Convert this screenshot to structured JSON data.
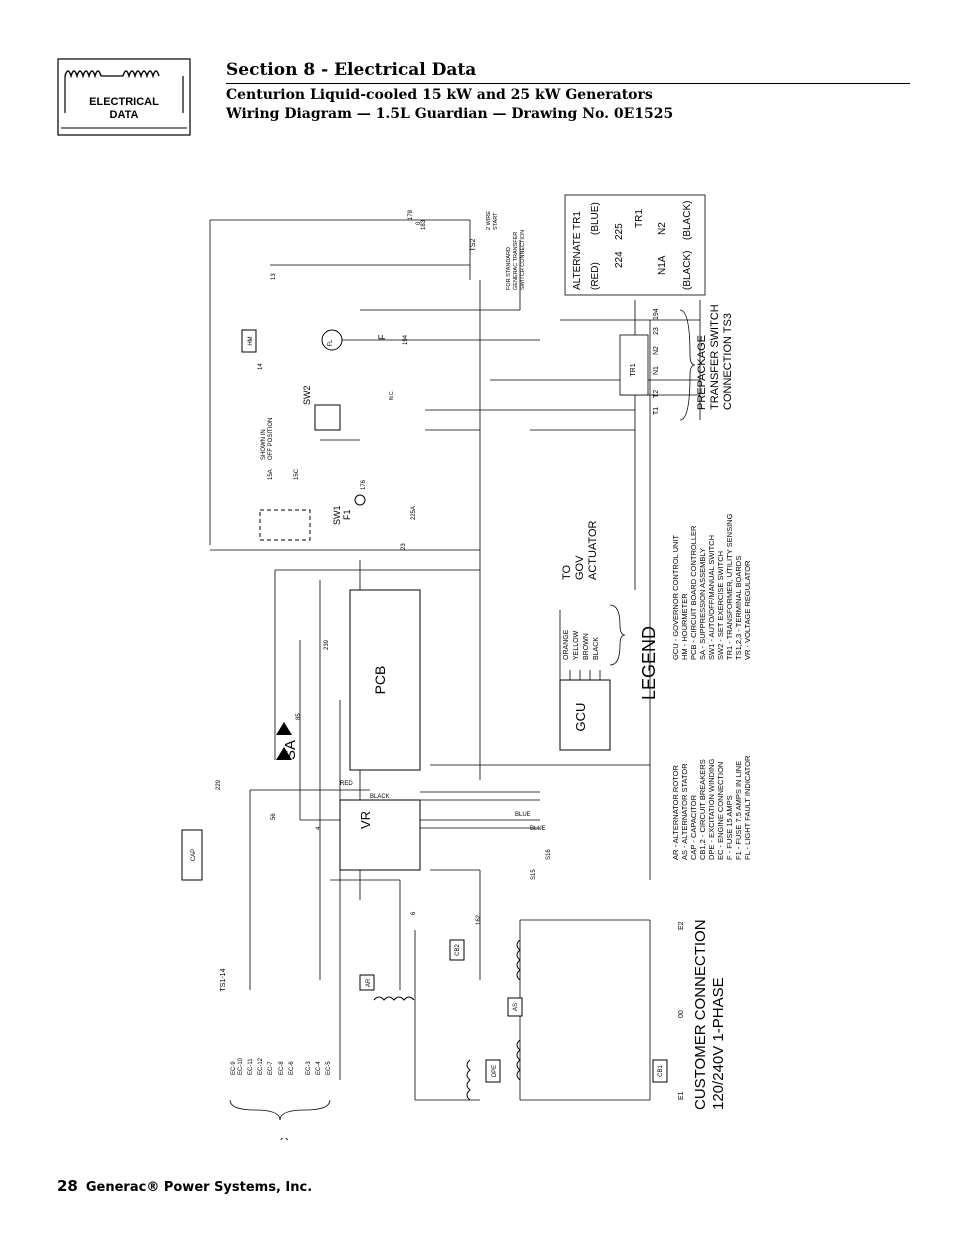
{
  "header": {
    "logo_text": "ELECTRICAL DATA",
    "section_title": "Section 8 - Electrical Data",
    "subtitle_line1": "Centurion Liquid-cooled 15 kW and 25 kW Generators",
    "subtitle_line2": "Wiring Diagram — 1.5L Guardian — Drawing No. 0E1525"
  },
  "footer": {
    "page_number": "28",
    "company": "Generac® Power Systems, Inc."
  },
  "diagram": {
    "customer_connection": [
      "CUSTOMER CONNECTION",
      "120/240V 1-PHASE"
    ],
    "legend_title": "LEGEND",
    "legend_col1": [
      "AR   - ALTERNATOR ROTOR",
      "AS   - ALTERNATOR STATOR",
      "CAP  - CAPACITOR",
      "CB1,2 - CIRCUIT BREAKERS",
      "DPE  - EXCITATION WINDING",
      "EC   - ENGINE CONNECTION",
      "F    - FUSE 15 AMPS",
      "F1   - FUSE 7.5 AMPS IN LINE",
      "FL   - LIGHT FAULT INDICATOR"
    ],
    "legend_col2": [
      "GCU  - GOVERNOR CONTROL UNIT",
      "HM   - HOURMETER",
      "PCB  - CIRCUIT BOARD CONTROLLER",
      "SA   - SUPPRESSION ASSEMBLY",
      "SW1  - AUTO/OFF/MANUAL SWITCH",
      "SW2  - SET EXERCISE SWITCH",
      "TR1  - TRANSFORMER, UTILITY SENSING",
      "TS1,2,3 - TERMINAL BOARDS",
      "VR   - VOLTAGE REGULATOR"
    ],
    "to_gov": [
      "TO",
      "GOV",
      "ACTUATOR"
    ],
    "gov_wires": [
      "ORANGE",
      "YELLOW",
      "BROWN",
      "BLACK"
    ],
    "prepackage": [
      "PREPACKAGE",
      "TRANSFER SWITCH",
      "CONNECTION TS3"
    ],
    "alternate_tr1": {
      "title": "ALTERNATE TR1",
      "top_left": "(RED)",
      "top_right": "(BLUE)",
      "nums": [
        "224",
        "225"
      ],
      "tr": "TR1",
      "n1a": "N1A",
      "n2": "N2",
      "bottom_left": "(BLACK)",
      "bottom_right": "(BLACK)"
    },
    "standard_ts_note": [
      "FOR STANDARD",
      "GENERAC TRANSFER",
      "SWITCH CONNECTION"
    ],
    "two_wire_start": [
      "2 WIRE",
      "START"
    ],
    "components": {
      "pcb": "PCB",
      "gcu": "GCU",
      "vr": "VR",
      "sa": "SA",
      "sw1": "SW1",
      "sw2": "SW2",
      "f1": "F1",
      "f": "F",
      "fl": "FL",
      "hm": "HM",
      "cap": "CAP",
      "ar": "AR",
      "as": "AS",
      "dpe": "DPE",
      "cb1": "CB1",
      "cb2": "CB2",
      "ec": "EC",
      "tr1": "TR1",
      "ts1": "TS1-14",
      "ts2": "TS2",
      "shown_in_off": [
        "SHOWN IN",
        "OFF POSITION"
      ],
      "nc": "N.C."
    },
    "ec_pins": [
      "EC-9",
      "EC-10",
      "EC-11",
      "EC-12",
      "EC-7",
      "EC-8",
      "EC-6",
      "EC-3",
      "EC-4",
      "EC-5"
    ],
    "ts3_terminals": [
      "T1",
      "T2",
      "N1",
      "N2",
      "23",
      "194"
    ],
    "customer_terminals": [
      "E1",
      "00",
      "E2"
    ],
    "wire_colors": [
      "RED",
      "BLACK",
      "BLUE",
      "BLUE"
    ],
    "wire_numbers": [
      "13",
      "14",
      "0",
      "178",
      "183",
      "229",
      "56",
      "85",
      "239",
      "15A",
      "15C",
      "176",
      "23",
      "225A",
      "194",
      "4",
      "6",
      "162",
      "S15",
      "S16"
    ]
  }
}
